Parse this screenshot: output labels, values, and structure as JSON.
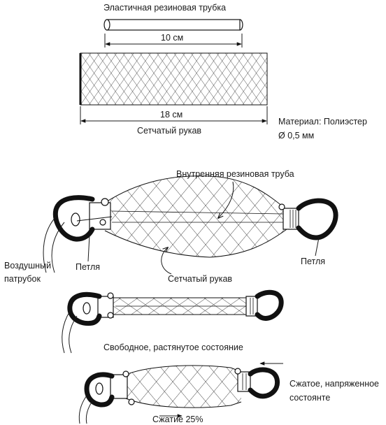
{
  "top": {
    "tube_label": "Эластичная резиновая трубка",
    "tube_length": "10 см",
    "sleeve_length": "18 см",
    "sleeve_label": "Сетчатый рукав",
    "material_line1": "Материал: Полиэстер",
    "material_line2": "Ø 0,5 мм"
  },
  "middle": {
    "inner_tube_label": "Внутренняя резиновая труба",
    "air_nozzle_line1": "Воздушный",
    "air_nozzle_line2": "патрубок",
    "loop_left": "Петля",
    "loop_right": "Петля",
    "mesh_sleeve": "Сетчатый рукав"
  },
  "lower": {
    "free_state": "Свободное, растянутое состояние",
    "compressed_line1": "Сжатое, напряженное",
    "compressed_line2": "состоянте",
    "compression": "Сжатие 25%"
  }
}
